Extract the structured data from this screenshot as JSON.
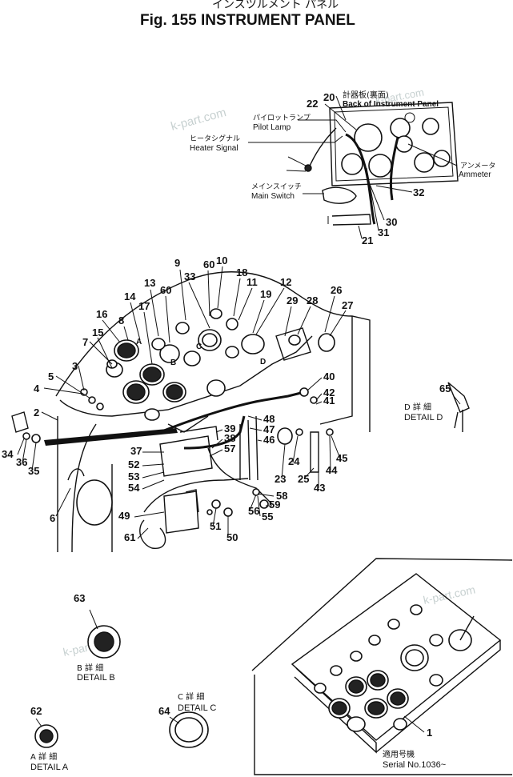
{
  "header": {
    "title_jp": "インスツルメント パネル",
    "title_en": "Fig. 155 INSTRUMENT PANEL"
  },
  "labels": {
    "back_panel_jp": "計器板(裏面)",
    "back_panel_en": "Back of Instrument Panel",
    "pilot_jp": "パイロットランプ",
    "pilot_en": "Pilot Lamp",
    "heater_jp": "ヒータシグナル",
    "heater_en": "Heater Signal",
    "main_jp": "メインスイッチ",
    "main_en": "Main Switch",
    "ammeter_jp": "アンメータ",
    "ammeter_en": "Ammeter",
    "detail_d_jp": "D 詳 細",
    "detail_d_en": "DETAIL D",
    "detail_b_jp": "B 詳 細",
    "detail_b_en": "DETAIL B",
    "detail_c_jp": "C 詳 細",
    "detail_c_en": "DETAIL C",
    "detail_a_jp": "A 詳 細",
    "detail_a_en": "DETAIL A",
    "serial_jp": "適用号機",
    "serial_en": "Serial No.1036~"
  },
  "watermark": "k-part.com",
  "part_numbers": [
    "1",
    "2",
    "3",
    "4",
    "5",
    "6",
    "7",
    "8",
    "9",
    "10",
    "11",
    "12",
    "13",
    "14",
    "15",
    "16",
    "17",
    "18",
    "19",
    "20",
    "21",
    "22",
    "23",
    "24",
    "25",
    "26",
    "27",
    "28",
    "29",
    "30",
    "31",
    "32",
    "33",
    "34",
    "35",
    "36",
    "37",
    "38",
    "39",
    "40",
    "41",
    "42",
    "43",
    "44",
    "45",
    "46",
    "47",
    "48",
    "49",
    "50",
    "51",
    "52",
    "53",
    "54",
    "55",
    "56",
    "57",
    "58",
    "59",
    "60",
    "61",
    "62",
    "63",
    "64",
    "65"
  ],
  "detail_letters": [
    "A",
    "B",
    "C",
    "D"
  ]
}
